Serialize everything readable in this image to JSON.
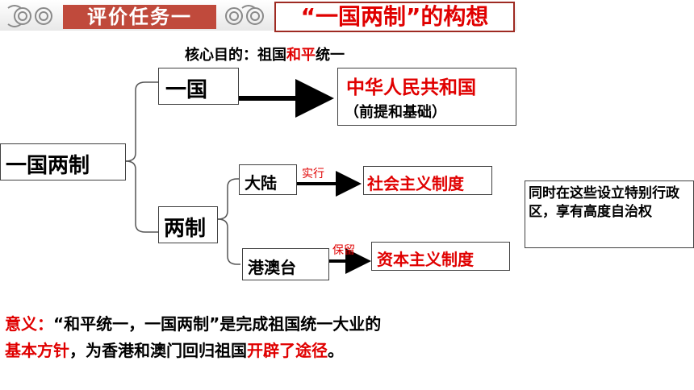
{
  "header": {
    "badge_label": "评价任务一",
    "title": "“一国两制”的构想"
  },
  "subtitle": {
    "prefix": "核心目的：祖国",
    "highlight": "和平",
    "suffix": "统一"
  },
  "diagram": {
    "root": "一国两制",
    "one_country": {
      "label": "一国",
      "result_title": "中华人民共和国",
      "result_note": "（前提和基础）"
    },
    "two_systems": {
      "label": "两制",
      "mainland": {
        "label": "大陆",
        "action": "实行",
        "system": "社会主义制度"
      },
      "hmt": {
        "label": "港澳台",
        "action": "保留",
        "system": "资本主义制度"
      }
    },
    "side_note": "同时在这些设立特别行政区，享有高度自治权"
  },
  "meaning": {
    "label": "意义：",
    "line1_text": "“和平统一，一国两制”是完成祖国统一大业的",
    "line2_highlight1": "基本方针",
    "line2_text": "，为香港和澳门回归祖国",
    "line2_highlight2": "开辟了途径",
    "line2_end": "。"
  },
  "colors": {
    "accent_red": "#e00000",
    "badge_bg": "#c04a3c",
    "border": "#404040"
  }
}
